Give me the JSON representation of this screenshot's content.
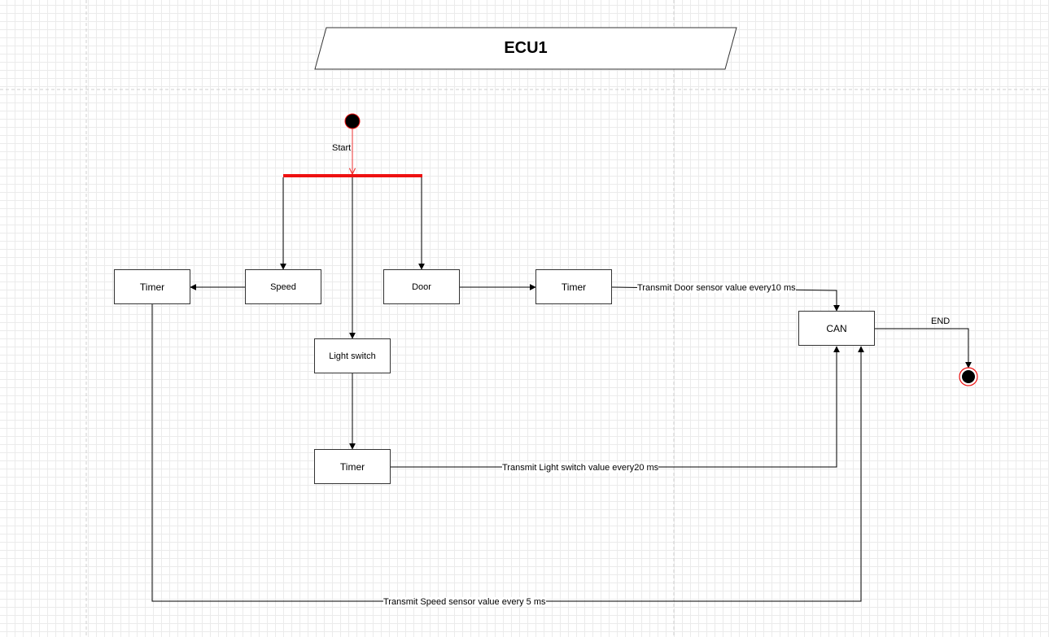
{
  "title": "ECU1",
  "colors": {
    "fork": "#ee1111",
    "start_edge": "#ee3333",
    "line": "#000000",
    "end_ring": "#ee1111"
  },
  "nodes": {
    "speed": "Speed",
    "door": "Door",
    "light_switch": "Light switch",
    "timer_speed": "Timer",
    "timer_door": "Timer",
    "timer_light": "Timer",
    "can": "CAN"
  },
  "edges": {
    "start": "Start",
    "door_to_can": "Transmit Door sensor value every10 ms",
    "light_to_can": "Transmit Light switch value every20 ms",
    "speed_to_can": "Transmit Speed sensor value every 5 ms",
    "end": "END"
  }
}
